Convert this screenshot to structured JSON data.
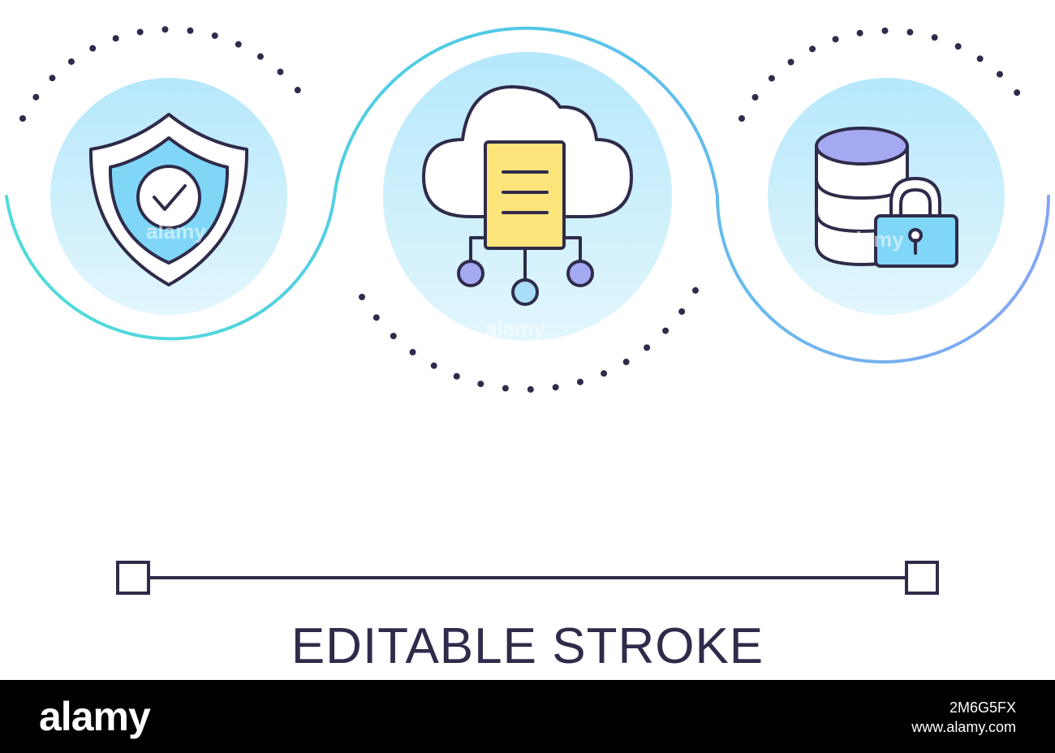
{
  "caption": "EDITABLE STROKE",
  "footer": {
    "logo": "alamy",
    "image_id": "2M6G5FX",
    "site": "www.alamy.com"
  },
  "watermark": "alamy",
  "colors": {
    "ink": "#2f2b4a",
    "teal": "#4fdcd8",
    "blue": "#7ea7f2",
    "circle_fill": "#c4ecfb",
    "document": "#fde47a",
    "node_purple": "#a5a9f2",
    "node_blue": "#a9ddf7"
  },
  "icons": [
    "shield-check-icon",
    "cloud-document-network-icon",
    "database-lock-icon"
  ]
}
